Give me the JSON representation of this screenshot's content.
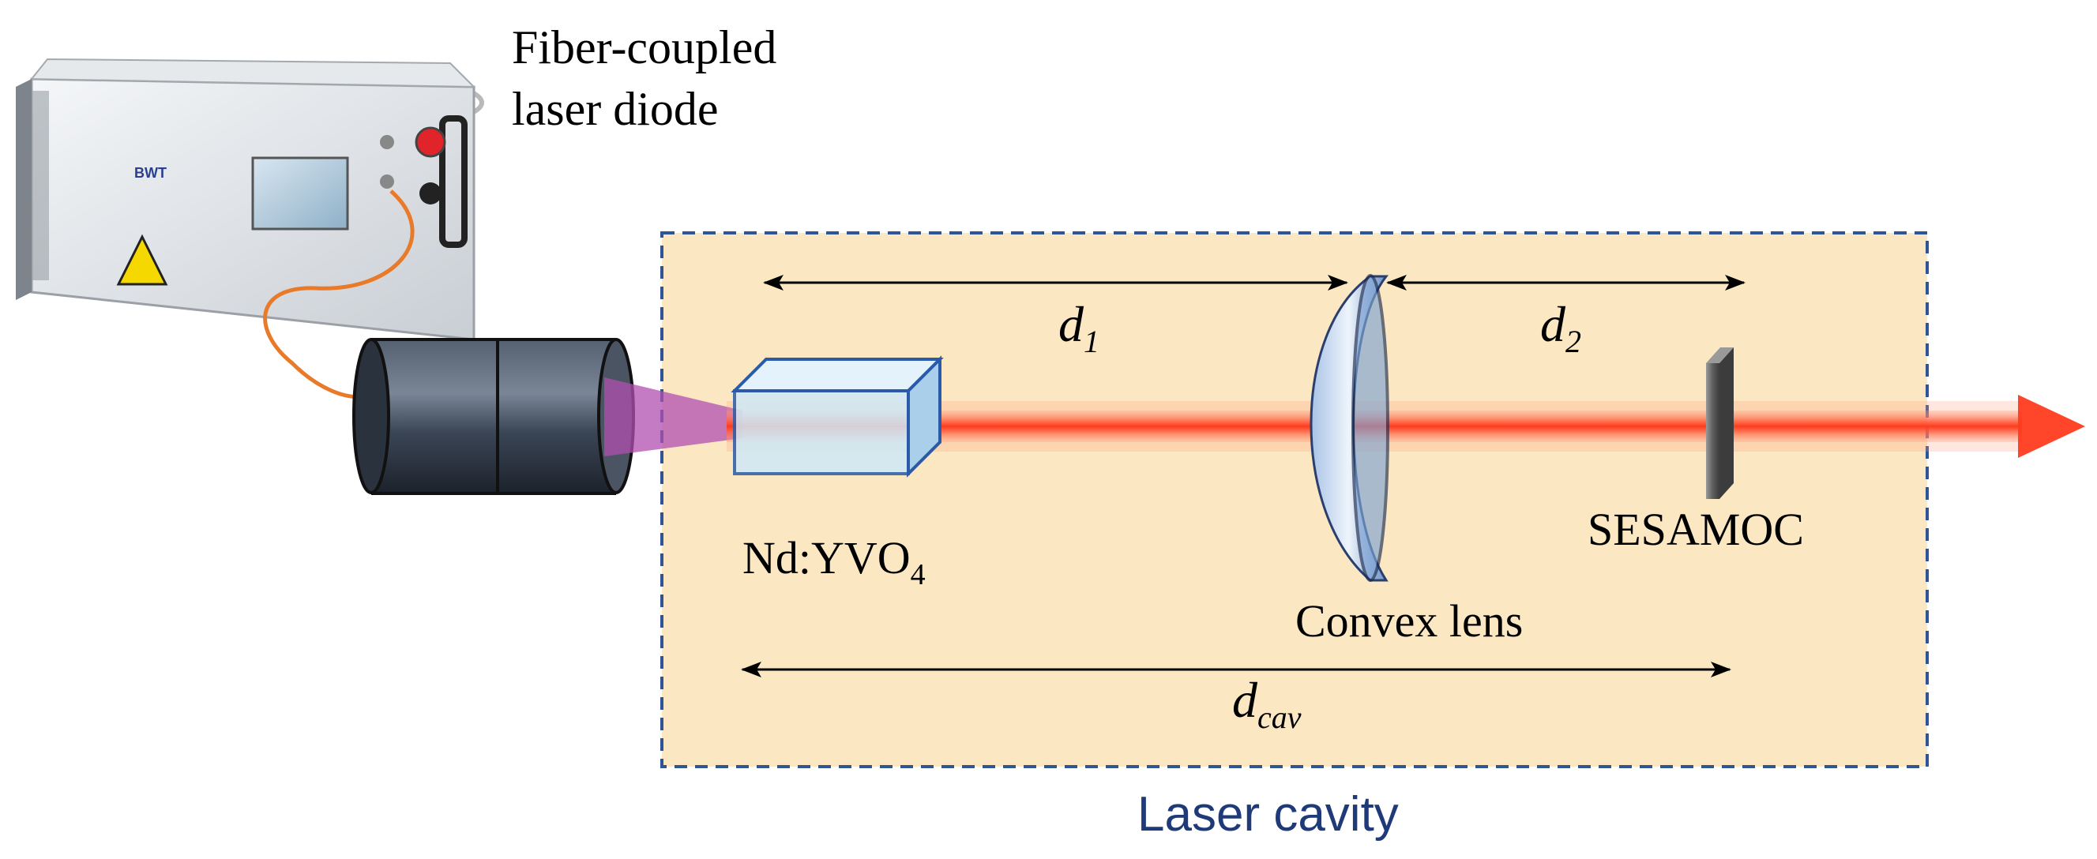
{
  "labels": {
    "source_line1": "Fiber-coupled",
    "source_line2": "laser diode",
    "device_brand": "BWT",
    "crystal_main": "Nd:YVO",
    "crystal_sub": "4",
    "lens": "Convex lens",
    "absorber": "SESAMOC",
    "d1_main": "d",
    "d1_sub": "1",
    "d2_main": "d",
    "d2_sub": "2",
    "dcav_main": "d",
    "dcav_sub": "cav",
    "cavity": "Laser cavity"
  },
  "colors": {
    "cavity_fill": "#fbe8c2",
    "cavity_border": "#2f5597",
    "cavity_label": "#1f3a78",
    "beam": "#ff3b1f",
    "beam_glow": "#ff9a7a",
    "pump_cone": "#b04fb0",
    "fiber": "#e87a2a",
    "collimator": "#3b4656",
    "crystal": "#cfe8f7",
    "crystal_edge": "#2a5aa8",
    "lens": "#7ea3d4",
    "sesam": "#7a7a7a"
  },
  "icons": {
    "laser_unit": "laser-diode-unit-icon",
    "collimator": "fiber-collimator-icon",
    "crystal": "crystal-block-icon",
    "lens": "convex-lens-icon",
    "absorber": "sesam-mirror-icon",
    "output": "output-arrow-icon"
  }
}
